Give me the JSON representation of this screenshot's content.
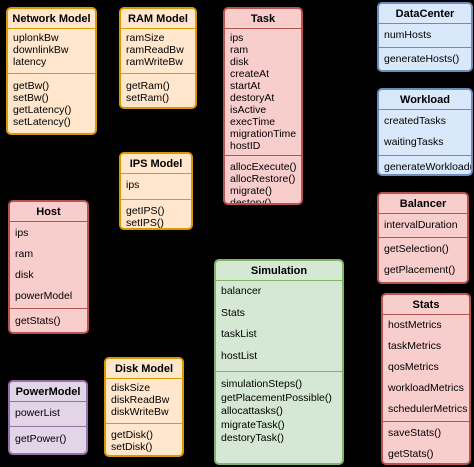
{
  "classes": {
    "network_model": {
      "title": "Network Model",
      "attributes": [
        "uplonkBw",
        "downlinkBw",
        "latency"
      ],
      "methods": [
        "getBw()",
        "setBw()",
        "getLatency()",
        "setLatency()"
      ]
    },
    "ram_model": {
      "title": "RAM Model",
      "attributes": [
        "ramSize",
        "ramReadBw",
        "ramWriteBw"
      ],
      "methods": [
        "getRam()",
        "setRam()"
      ]
    },
    "task": {
      "title": "Task",
      "attributes": [
        "ips",
        "ram",
        "disk",
        "createAt",
        "startAt",
        "destoryAt",
        "isActive",
        "execTime",
        "migrationTime",
        "hostID"
      ],
      "methods": [
        "allocExecute()",
        "allocRestore()",
        "migrate()",
        "destory()"
      ]
    },
    "datacenter": {
      "title": "DataCenter",
      "attributes": [
        "numHosts"
      ],
      "methods": [
        "generateHosts()"
      ]
    },
    "workload": {
      "title": "Workload",
      "attributes": [
        "createdTasks",
        "waitingTasks"
      ],
      "methods": [
        "generateWorkload()"
      ]
    },
    "ips_model": {
      "title": "IPS Model",
      "attributes": [
        "ips"
      ],
      "methods": [
        "getIPS()",
        "setIPS()"
      ]
    },
    "host": {
      "title": "Host",
      "attributes": [
        "ips",
        "ram",
        "disk",
        "powerModel"
      ],
      "methods": [
        "getStats()"
      ]
    },
    "balancer": {
      "title": "Balancer",
      "attributes": [
        "intervalDuration"
      ],
      "methods": [
        "getSelection()",
        "getPlacement()"
      ]
    },
    "simulation": {
      "title": "Simulation",
      "attributes": [
        "balancer",
        "Stats",
        "taskList",
        "hostList"
      ],
      "methods": [
        "simulationSteps()",
        "getPlacementPossible()",
        "allocattasks()",
        "migrateTask()",
        "destoryTask()"
      ]
    },
    "stats": {
      "title": "Stats",
      "attributes": [
        "hostMetrics",
        "taskMetrics",
        "qosMetrics",
        "workloadMetrics",
        "schedulerMetrics"
      ],
      "methods": [
        "saveStats()",
        "getStats()"
      ]
    },
    "disk_model": {
      "title": "Disk Model",
      "attributes": [
        "diskSize",
        "diskReadBw",
        "diskWriteBw"
      ],
      "methods": [
        "getDisk()",
        "setDisk()"
      ]
    },
    "power_model": {
      "title": "PowerModel",
      "attributes": [
        "powerList"
      ],
      "methods": [
        "getPower()"
      ]
    }
  }
}
